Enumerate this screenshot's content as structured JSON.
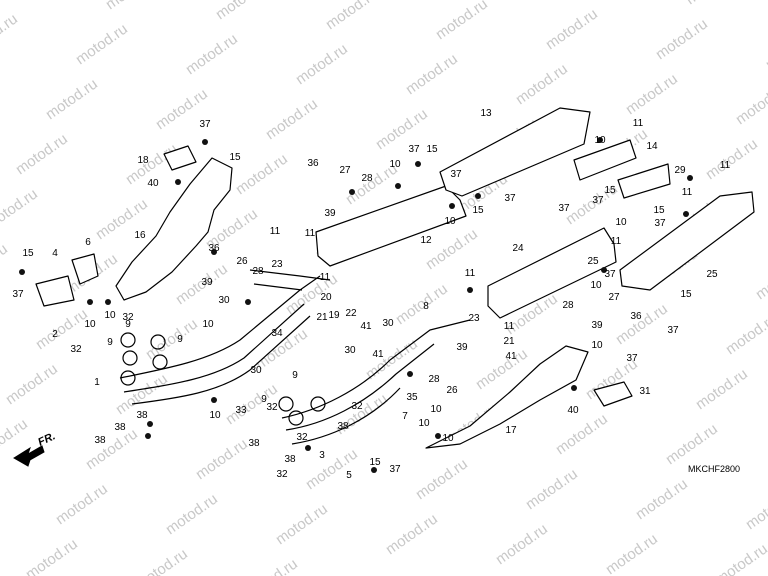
{
  "watermark_text": "motod.ru",
  "diagram_code": "MKCHF2800",
  "front_indicator": "FR.",
  "part_callouts": [
    "1",
    "2",
    "3",
    "4",
    "5",
    "6",
    "7",
    "8",
    "9",
    "10",
    "11",
    "12",
    "13",
    "14",
    "15",
    "16",
    "17",
    "18",
    "19",
    "20",
    "21",
    "22",
    "23",
    "24",
    "25",
    "26",
    "27",
    "28",
    "29",
    "30",
    "31",
    "32",
    "33",
    "34",
    "35",
    "36",
    "37",
    "38",
    "39",
    "40",
    "41"
  ]
}
